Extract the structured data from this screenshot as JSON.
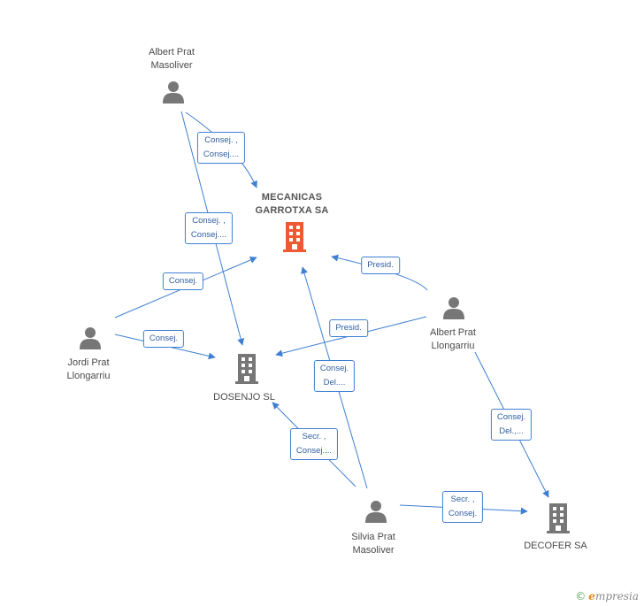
{
  "colors": {
    "edge": "#3f7fd2",
    "person": "#777777",
    "company": "#777777",
    "focus_company": "#ef5a35"
  },
  "nodes": [
    {
      "id": "albert-prat-masoliver",
      "type": "person",
      "lines": [
        "Albert Prat",
        "Masoliver"
      ]
    },
    {
      "id": "mecanicas-garrotxa",
      "type": "company",
      "focus": true,
      "lines": [
        "MECANICAS",
        "GARROTXA SA"
      ]
    },
    {
      "id": "jordi-prat-llongarriu",
      "type": "person",
      "lines": [
        "Jordi Prat",
        "Llongarriu"
      ]
    },
    {
      "id": "dosenjo-sl",
      "type": "company",
      "lines": [
        "DOSENJO SL"
      ]
    },
    {
      "id": "albert-prat-llongarriu",
      "type": "person",
      "lines": [
        "Albert Prat",
        "Llongarriu"
      ]
    },
    {
      "id": "silvia-prat-masoliver",
      "type": "person",
      "lines": [
        "Silvia Prat",
        "Masoliver"
      ]
    },
    {
      "id": "decofer-sa",
      "type": "company",
      "lines": [
        "DECOFER SA"
      ]
    }
  ],
  "edges": [
    {
      "from": "albert-prat-masoliver",
      "to": "mecanicas-garrotxa",
      "lines": [
        "Consej. ,",
        "Consej...."
      ]
    },
    {
      "from": "albert-prat-masoliver",
      "to": "dosenjo-sl",
      "lines": [
        "Consej. ,",
        "Consej...."
      ]
    },
    {
      "from": "jordi-prat-llongarriu",
      "to": "mecanicas-garrotxa",
      "lines": [
        "Consej."
      ]
    },
    {
      "from": "jordi-prat-llongarriu",
      "to": "dosenjo-sl",
      "lines": [
        "Consej."
      ]
    },
    {
      "from": "albert-prat-llongarriu",
      "to": "mecanicas-garrotxa",
      "lines": [
        "Presid."
      ]
    },
    {
      "from": "albert-prat-llongarriu",
      "to": "dosenjo-sl",
      "lines": [
        "Presid."
      ]
    },
    {
      "from": "albert-prat-llongarriu",
      "to": "decofer-sa",
      "lines": [
        "Consej.",
        "Del.,..."
      ]
    },
    {
      "from": "silvia-prat-masoliver",
      "to": "mecanicas-garrotxa",
      "lines": [
        "Consej.",
        "Del...."
      ]
    },
    {
      "from": "silvia-prat-masoliver",
      "to": "dosenjo-sl",
      "lines": [
        "Secr. ,",
        "Consej...."
      ]
    },
    {
      "from": "silvia-prat-masoliver",
      "to": "decofer-sa",
      "lines": [
        "Secr. ,",
        "Consej."
      ]
    }
  ],
  "brand": {
    "copyright": "©",
    "initial": "e",
    "name": "mpresia"
  }
}
